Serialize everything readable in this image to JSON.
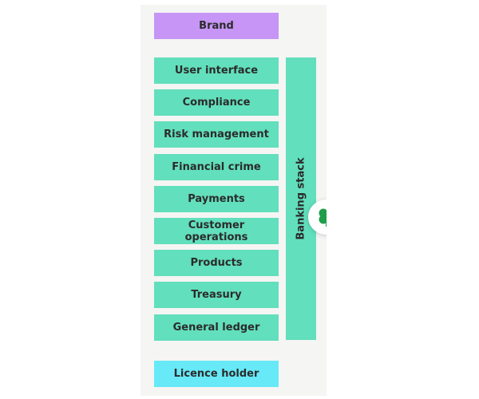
{
  "diagram": {
    "top_label": "Brand",
    "layers": [
      "User interface",
      "Compliance",
      "Risk management",
      "Financial crime",
      "Payments",
      "Customer operations",
      "Products",
      "Treasury",
      "General ledger"
    ],
    "side_label": "Banking stack",
    "bottom_label": "Licence holder"
  },
  "colors": {
    "brand": "#c695f5",
    "layer": "#62dfbc",
    "licence": "#67e9f8",
    "panel": "#f5f5f3",
    "logo": "#1e9e48"
  },
  "icons": {
    "badge": "clover-logo-icon"
  }
}
